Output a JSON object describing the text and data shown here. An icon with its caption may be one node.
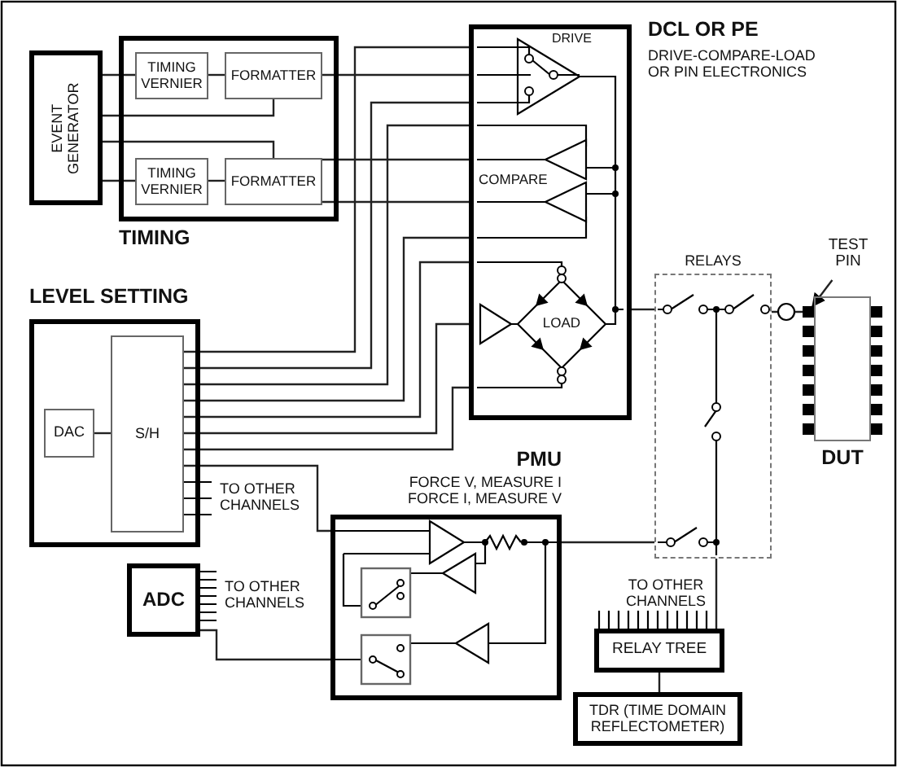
{
  "diagram": {
    "nodes": [
      {
        "text": [
          "TIMING"
        ]
      },
      {
        "text": [
          "EVENT GENERATOR"
        ]
      },
      {
        "text": [
          "TIMING VERNIER"
        ],
        "in": 0
      },
      {
        "text": [
          "FORMATTER"
        ],
        "in": 0
      },
      {
        "text": [
          "TIMING VERNIER"
        ],
        "in": 0
      },
      {
        "text": [
          "FORMATTER"
        ],
        "in": 0
      },
      {
        "text": [
          "DCL OR PE",
          "DRIVE-COMPARE-LOAD OR PIN ELECTRONICS"
        ]
      },
      {
        "text": [
          "LEVEL SETTING"
        ]
      },
      {
        "text": [
          "DAC"
        ],
        "in": 7
      },
      {
        "text": [
          "S/H"
        ],
        "in": 7,
        "beside": [
          "TO OTHER CHANNELS"
        ]
      },
      {
        "text": [
          "ADC"
        ],
        "beside": [
          "TO OTHER CHANNELS"
        ]
      },
      {
        "text": [
          "PMU",
          "FORCE V, MEASURE I FORCE I, MEASURE V"
        ]
      },
      {
        "text": [
          "RELAYS"
        ]
      },
      {
        "text": [
          "DUT"
        ]
      },
      {
        "text": [
          "TEST PIN"
        ]
      },
      {
        "text": [],
        "shape": "box"
      },
      {
        "text": [
          "RELAY TREE"
        ],
        "beside": [
          "TO OTHER CHANNELS"
        ]
      },
      {
        "text": [
          "TDR (TIME DOMAIN REFLECTOMETER)"
        ]
      }
    ],
    "edges": [
      {
        "from": 1,
        "to": 2,
        "arrow": "none"
      },
      {
        "from": 1,
        "to": 3,
        "arrow": "none"
      },
      {
        "from": 1,
        "to": 5,
        "arrow": "none"
      },
      {
        "from": 1,
        "to": 4,
        "arrow": "none"
      },
      {
        "from": 2,
        "to": 3,
        "arrow": "none"
      },
      {
        "from": 4,
        "to": 5,
        "arrow": "none"
      },
      {
        "from": 3,
        "to": 6,
        "arrow": "none"
      },
      {
        "from": 5,
        "to": 6,
        "arrow": "none"
      },
      {
        "from": 5,
        "to": 6,
        "arrow": "none"
      },
      {
        "from": 9,
        "to": 6,
        "arrow": "none"
      },
      {
        "from": 9,
        "to": 6,
        "arrow": "none"
      },
      {
        "from": 9,
        "to": 6,
        "arrow": "none"
      },
      {
        "from": 9,
        "to": 6,
        "arrow": "none"
      },
      {
        "from": 9,
        "to": 6,
        "arrow": "none"
      },
      {
        "from": 9,
        "to": 6,
        "arrow": "none"
      },
      {
        "from": 9,
        "to": 6,
        "arrow": "none"
      },
      {
        "from": 9,
        "to": 11,
        "arrow": "none"
      },
      {
        "from": 10,
        "to": 11,
        "arrow": "none"
      },
      {
        "from": 6,
        "to": 12,
        "arrow": "none"
      },
      {
        "from": 12,
        "to": 15,
        "arrow": "none"
      },
      {
        "from": 14,
        "to": 15,
        "arrow": "to"
      },
      {
        "from": 11,
        "to": 12,
        "arrow": "none"
      },
      {
        "from": 12,
        "to": 16,
        "arrow": "none"
      },
      {
        "from": 16,
        "to": 17,
        "arrow": "none"
      },
      {
        "from": 8,
        "to": 9,
        "arrow": "none"
      }
    ],
    "labels": [
      "DRIVE",
      "COMPARE",
      "LOAD"
    ]
  }
}
